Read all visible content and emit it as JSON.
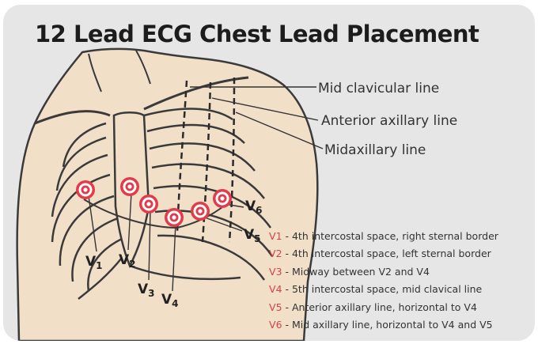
{
  "title": "12 Lead ECG Chest Lead Placement",
  "reference_lines": [
    {
      "label": "Mid clavicular line"
    },
    {
      "label": "Anterior axillary line"
    },
    {
      "label": "Midaxillary line"
    }
  ],
  "leads": [
    {
      "letter": "V",
      "num": "1",
      "desc": " - 4th intercostal space,  right sternal border"
    },
    {
      "letter": "V",
      "num": "2",
      "desc": " - 4th intercostal space, left sternal border"
    },
    {
      "letter": "V",
      "num": "3",
      "desc": " - Midway between V2 and V4"
    },
    {
      "letter": "V",
      "num": "4",
      "desc": " - 5th intercostal space, mid clavical line"
    },
    {
      "letter": "V",
      "num": "5",
      "desc": " - Anterior axillary line, horizontal to V4"
    },
    {
      "letter": "V",
      "num": "6",
      "desc": " - Mid axillary line, horizontal to V4 and V5"
    }
  ],
  "colors": {
    "background": "#e6e6e6",
    "skin": "#f2dfc8",
    "outline": "#3a3a3a",
    "electrode": "#e23b4a",
    "code_text": "#d8414b"
  }
}
